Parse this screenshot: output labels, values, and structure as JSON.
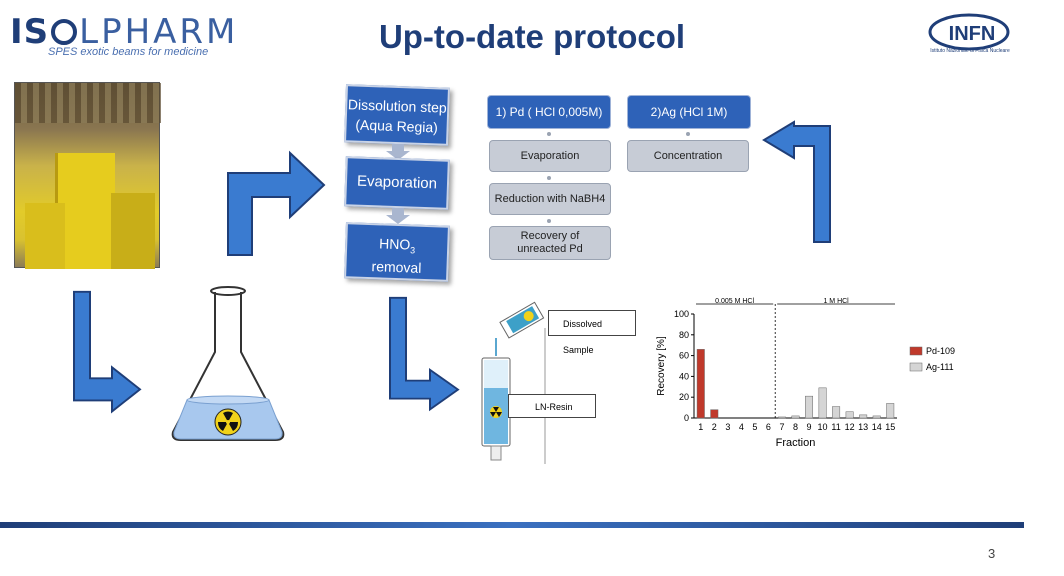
{
  "header": {
    "logo_left_main_a": "IS",
    "logo_left_main_b": "LPHARM",
    "logo_left_sub": "SPES exotic beams for medicine",
    "title": "Up-to-date protocol",
    "logo_right": "INFN",
    "logo_right_sub": "Istituto Nazionale di Fisica Nucleare"
  },
  "steps": {
    "dissolution": "Dissolution step (Aqua Regia)",
    "evaporation": "Evaporation",
    "hno3_main": "HNO",
    "hno3_sub": "3",
    "hno3_removal": "removal"
  },
  "flow": {
    "pd_header": "1) Pd ( HCl 0,005M)",
    "ag_header": "2)Ag (HCl 1M)",
    "pd_step1": "Evaporation",
    "pd_step2": "Reduction with NaBH4",
    "pd_step3": "Recovery of unreacted Pd",
    "ag_step1": "Concentration"
  },
  "column": {
    "dissolved_sample": "Dissolved Sample",
    "ln_resin": "LN-Resin"
  },
  "chart_data": {
    "type": "bar",
    "ylabel": "Recovery [%]",
    "xlabel": "Fraction",
    "ylim": [
      0,
      100
    ],
    "yticks": [
      0,
      20,
      40,
      60,
      80,
      100
    ],
    "categories": [
      "1",
      "2",
      "3",
      "4",
      "5",
      "6",
      "7",
      "8",
      "9",
      "10",
      "11",
      "12",
      "13",
      "14",
      "15"
    ],
    "regions": [
      {
        "label": "0.005 M HCl",
        "from": 1,
        "to": 6
      },
      {
        "label": "1 M HCl",
        "from": 7,
        "to": 15
      }
    ],
    "series": [
      {
        "name": "Pd-109",
        "color": "#c0392b",
        "values": [
          66,
          8,
          0,
          0,
          0,
          0,
          0,
          0,
          0,
          0,
          0,
          0,
          0,
          0,
          0
        ]
      },
      {
        "name": "Ag-111",
        "color": "#d5d5d5",
        "values": [
          0,
          0,
          0,
          0,
          0,
          0,
          1,
          2,
          21,
          29,
          11,
          6,
          3,
          2,
          14
        ]
      }
    ],
    "legend_position": "right"
  },
  "footer": {
    "page_number": "3"
  }
}
